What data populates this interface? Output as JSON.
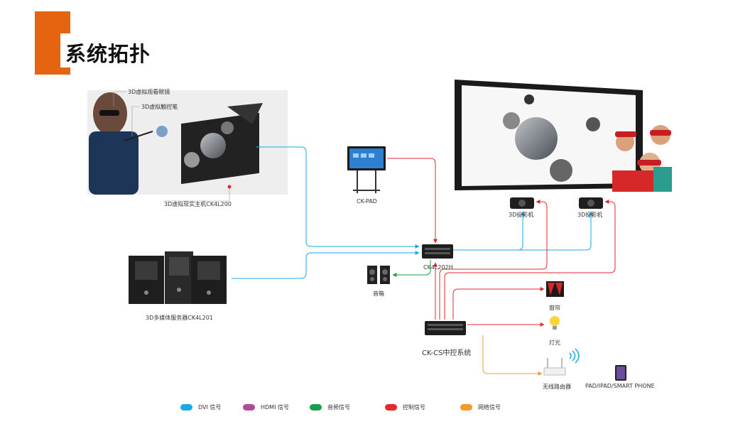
{
  "title": "系统拓扑",
  "nodes": {
    "glasses": "3D虚拟观看眼镜",
    "pen": "3D虚拟触控笔",
    "host": "3D虚拟现实主机CK4L200",
    "pad": "CK-PAD",
    "server": "3D多媒体服务器CK4L201",
    "switcher": "CK4L202H",
    "speaker": "音箱",
    "projector1": "3D投影机",
    "projector2": "3D投影机",
    "curtain": "窗帘",
    "light": "灯光",
    "control": "CK-CS中控系统",
    "router": "无线路由器",
    "mobile": "PAD/IPAD/SMART PHONE"
  },
  "legend": [
    {
      "label": "DVI 信号",
      "color": "#1aa9e8"
    },
    {
      "label": "HDMI 信号",
      "color": "#b04a9b"
    },
    {
      "label": "音频信号",
      "color": "#1b9e4b"
    },
    {
      "label": "控制信号",
      "color": "#e8262c"
    },
    {
      "label": "网络信号",
      "color": "#f39a2b"
    }
  ],
  "colors": {
    "accent": "#e5640f",
    "dvi": "#1aa9e8",
    "audio": "#1b9e4b",
    "control": "#e8262c",
    "network": "#f39a2b"
  }
}
